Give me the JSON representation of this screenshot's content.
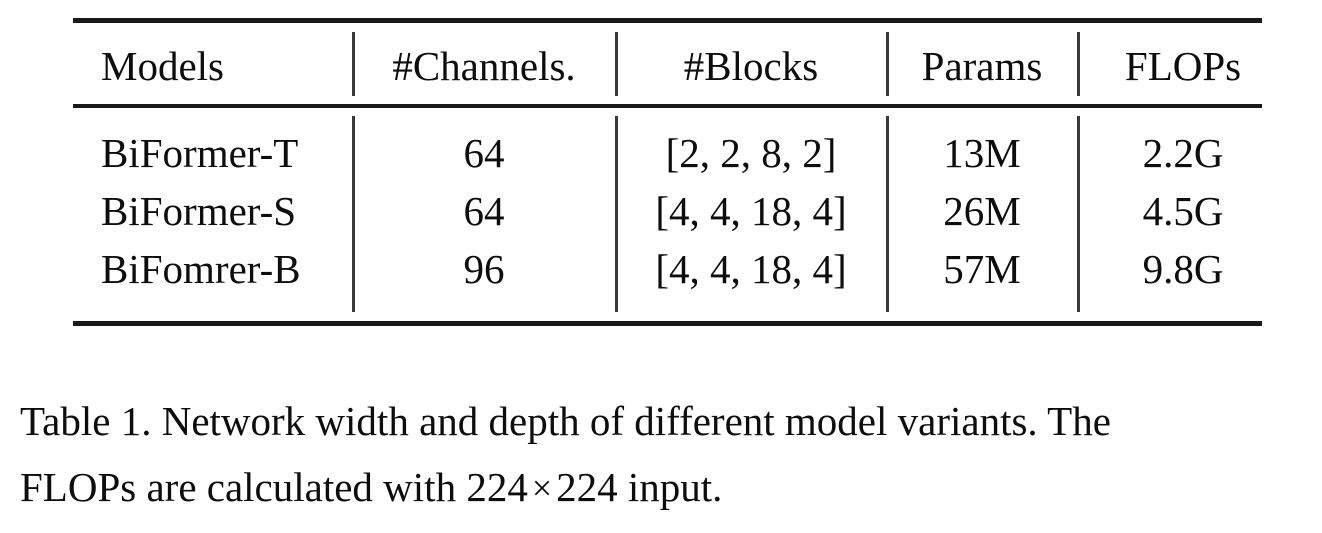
{
  "table": {
    "columns": [
      "Models",
      "#Channels.",
      "#Blocks",
      "Params",
      "FLOPs"
    ],
    "rows": [
      {
        "model": "BiFormer-T",
        "channels": "64",
        "blocks": "[2, 2, 8, 2]",
        "params": "13M",
        "flops": "2.2G"
      },
      {
        "model": "BiFormer-S",
        "channels": "64",
        "blocks": "[4, 4, 18, 4]",
        "params": "26M",
        "flops": "4.5G"
      },
      {
        "model": "BiFomrer-B",
        "channels": "96",
        "blocks": "[4, 4, 18, 4]",
        "params": "57M",
        "flops": "9.8G"
      }
    ]
  },
  "caption": {
    "line1": "Table 1. Network width and depth of different model variants. The",
    "line2_before": "FLOPs are calculated with 224",
    "line2_times": "×",
    "line2_after": "224 input."
  },
  "colors": {
    "rule": "#1a1a1a",
    "separator": "#3a3a3a",
    "text": "#0d0d0d",
    "background": "#ffffff"
  }
}
